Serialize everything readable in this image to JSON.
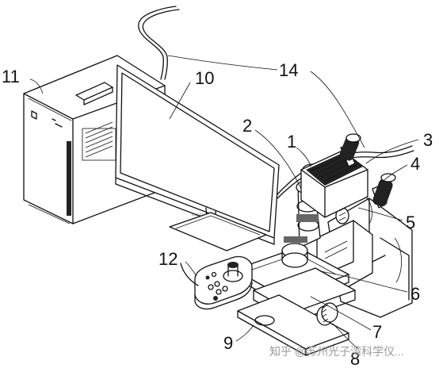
{
  "labels": {
    "l1": "1",
    "l2": "2",
    "l3": "3",
    "l4": "4",
    "l5": "5",
    "l6": "6",
    "l7": "7",
    "l8": "8",
    "l9": "9",
    "l10": "10",
    "l11": "11",
    "l12": "12",
    "l14": "14"
  },
  "watermark": "知乎 @苏州光子湾科学仪..."
}
